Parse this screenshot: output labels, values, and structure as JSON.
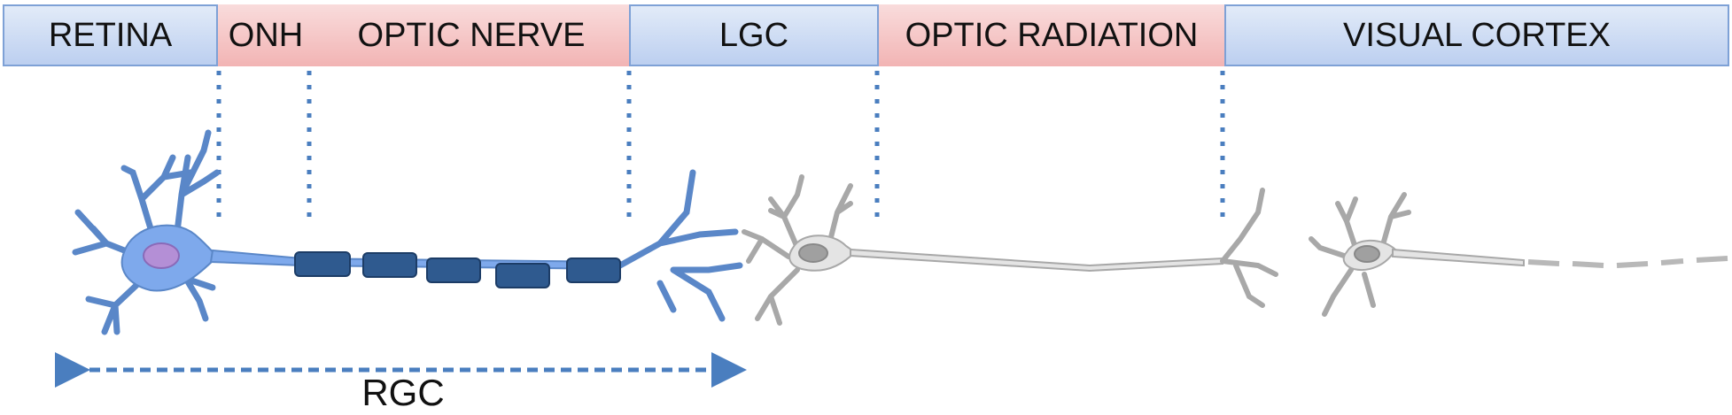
{
  "segments": {
    "retina": "RETINA",
    "onh": "ONH",
    "optic_nerve": "OPTIC NERVE",
    "lgc": "LGC",
    "optic_radiation": "OPTIC RADIATION",
    "visual_cortex": "VISUAL CORTEX"
  },
  "span_label": "RGC",
  "colors": {
    "region_blue": "#bccff0",
    "region_pink": "#f2b4b4",
    "guide_line": "#4a7ebf",
    "rgc_cell": "#7ea9ec",
    "myelin": "#2f5a8f",
    "downstream_neuron": "#e4e4e4"
  }
}
